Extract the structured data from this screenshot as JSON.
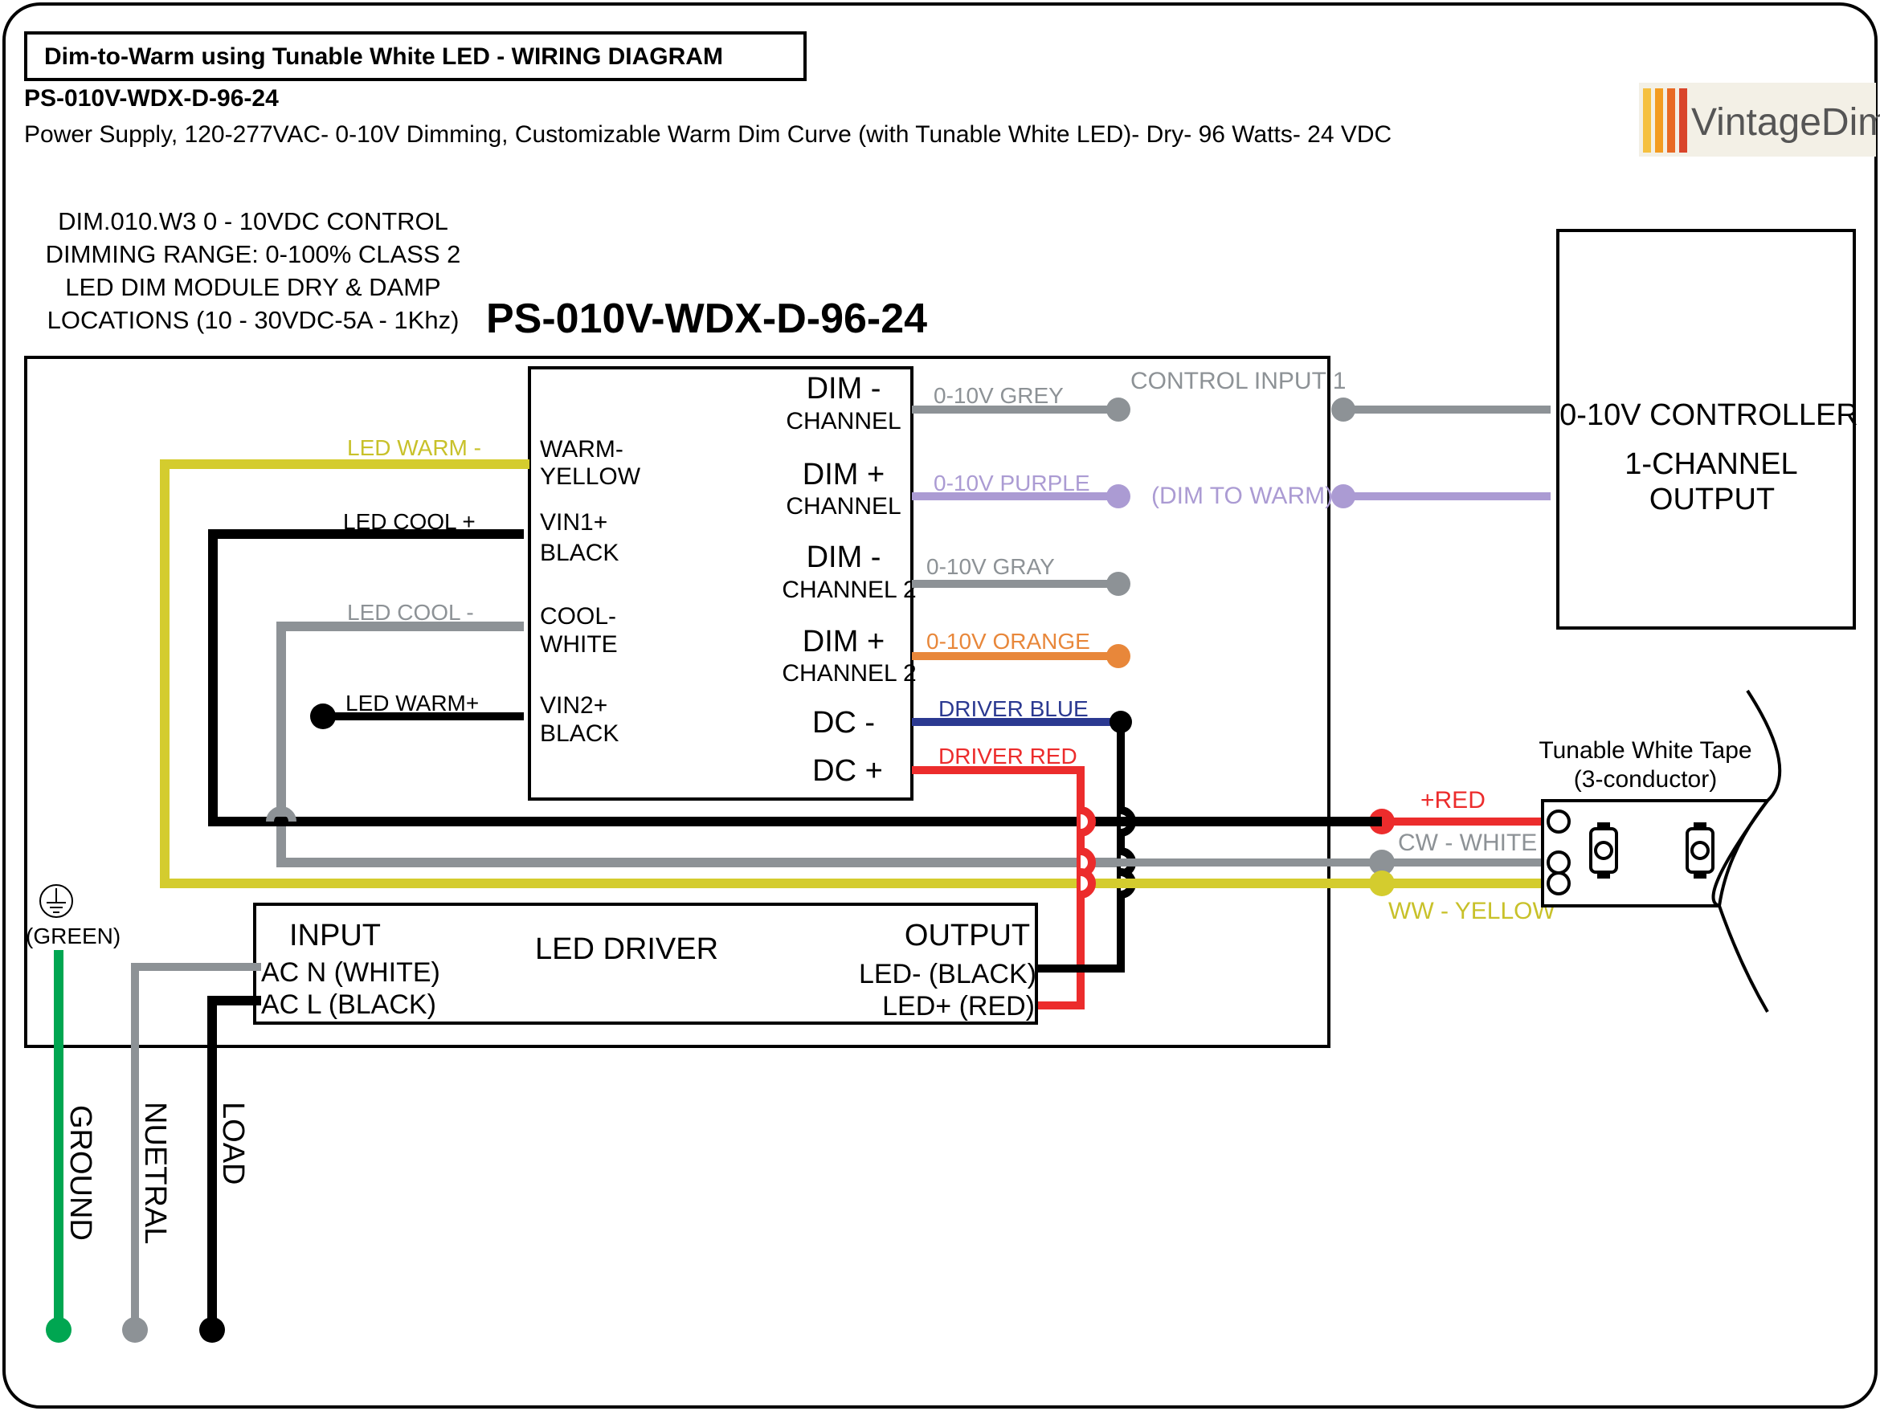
{
  "header": {
    "title": "Dim-to-Warm using Tunable White LED - WIRING DIAGRAM",
    "model": "PS-010V-WDX-D-96-24",
    "description": "Power Supply, 120-277VAC- 0-10V Dimming, Customizable Warm Dim Curve (with Tunable White LED)- Dry- 96 Watts- 24 VDC"
  },
  "logo": {
    "text": "VintageDim",
    "colors": [
      "#f39c21",
      "#d9452b",
      "#7a2a18"
    ]
  },
  "module_spec": {
    "line1": "DIM.010.W3 0 - 10VDC CONTROL",
    "line2": "DIMMING RANGE: 0-100% CLASS 2",
    "line3": "LED DIM MODULE DRY & DAMP",
    "line4": "LOCATIONS (10 - 30VDC-5A - 1Khz)",
    "model_big": "PS-010V-WDX-D-96-24"
  },
  "module_left_terminals": {
    "warm_top": "WARM-",
    "warm_bottom": "YELLOW",
    "vin1_top": "VIN1+",
    "vin1_bottom": "BLACK",
    "cool_top": "COOL-",
    "cool_bottom": "WHITE",
    "vin2_top": "VIN2+",
    "vin2_bottom": "BLACK"
  },
  "module_right_terminals": {
    "dim1_minus_top": "DIM -",
    "dim1_minus_bottom": "CHANNEL",
    "dim1_plus_top": "DIM +",
    "dim1_plus_bottom": "CHANNEL",
    "dim2_minus_top": "DIM -",
    "dim2_minus_bottom": "CHANNEL 2",
    "dim2_plus_top": "DIM +",
    "dim2_plus_bottom": "CHANNEL 2",
    "dc_minus": "DC -",
    "dc_plus": "DC +"
  },
  "wire_labels": {
    "led_warm_minus": "LED WARM -",
    "led_cool_plus": "LED COOL +",
    "led_cool_minus": "LED COOL -",
    "led_warm_plus": "LED WARM+",
    "grey": "0-10V GREY",
    "purple": "0-10V PURPLE",
    "gray2": "0-10V GRAY",
    "orange": "0-10V ORANGE",
    "driver_blue": "DRIVER BLUE",
    "driver_red": "DRIVER RED",
    "control_input": "CONTROL INPUT 1",
    "dim_to_warm": "(DIM TO WARM)",
    "tape_red": "+RED",
    "tape_white": "CW - WHITE",
    "tape_yellow": "WW - YELLOW"
  },
  "controller": {
    "line1": "0-10V CONTROLLER",
    "line2": "1-CHANNEL",
    "line3": "OUTPUT"
  },
  "tape": {
    "line1": "Tunable White Tape",
    "line2": "(3-conductor)"
  },
  "driver": {
    "input": "INPUT",
    "title": "LED DRIVER",
    "output": "OUTPUT",
    "ac_n": "AC N (WHITE)",
    "ac_l": "AC L (BLACK)",
    "led_minus": "LED- (BLACK)",
    "led_plus": "LED+ (RED)"
  },
  "ground": {
    "label": "(GREEN)"
  },
  "supply_labels": {
    "ground": "GROUND",
    "neutral": "NUETRAL",
    "load": "LOAD"
  },
  "colors": {
    "yellow": "#d4cc2e",
    "black": "#000000",
    "grey": "#8d9296",
    "purple": "#ab9bd3",
    "orange": "#e8873a",
    "blue": "#2b3991",
    "red": "#ec2c2c",
    "green": "#00a651"
  }
}
